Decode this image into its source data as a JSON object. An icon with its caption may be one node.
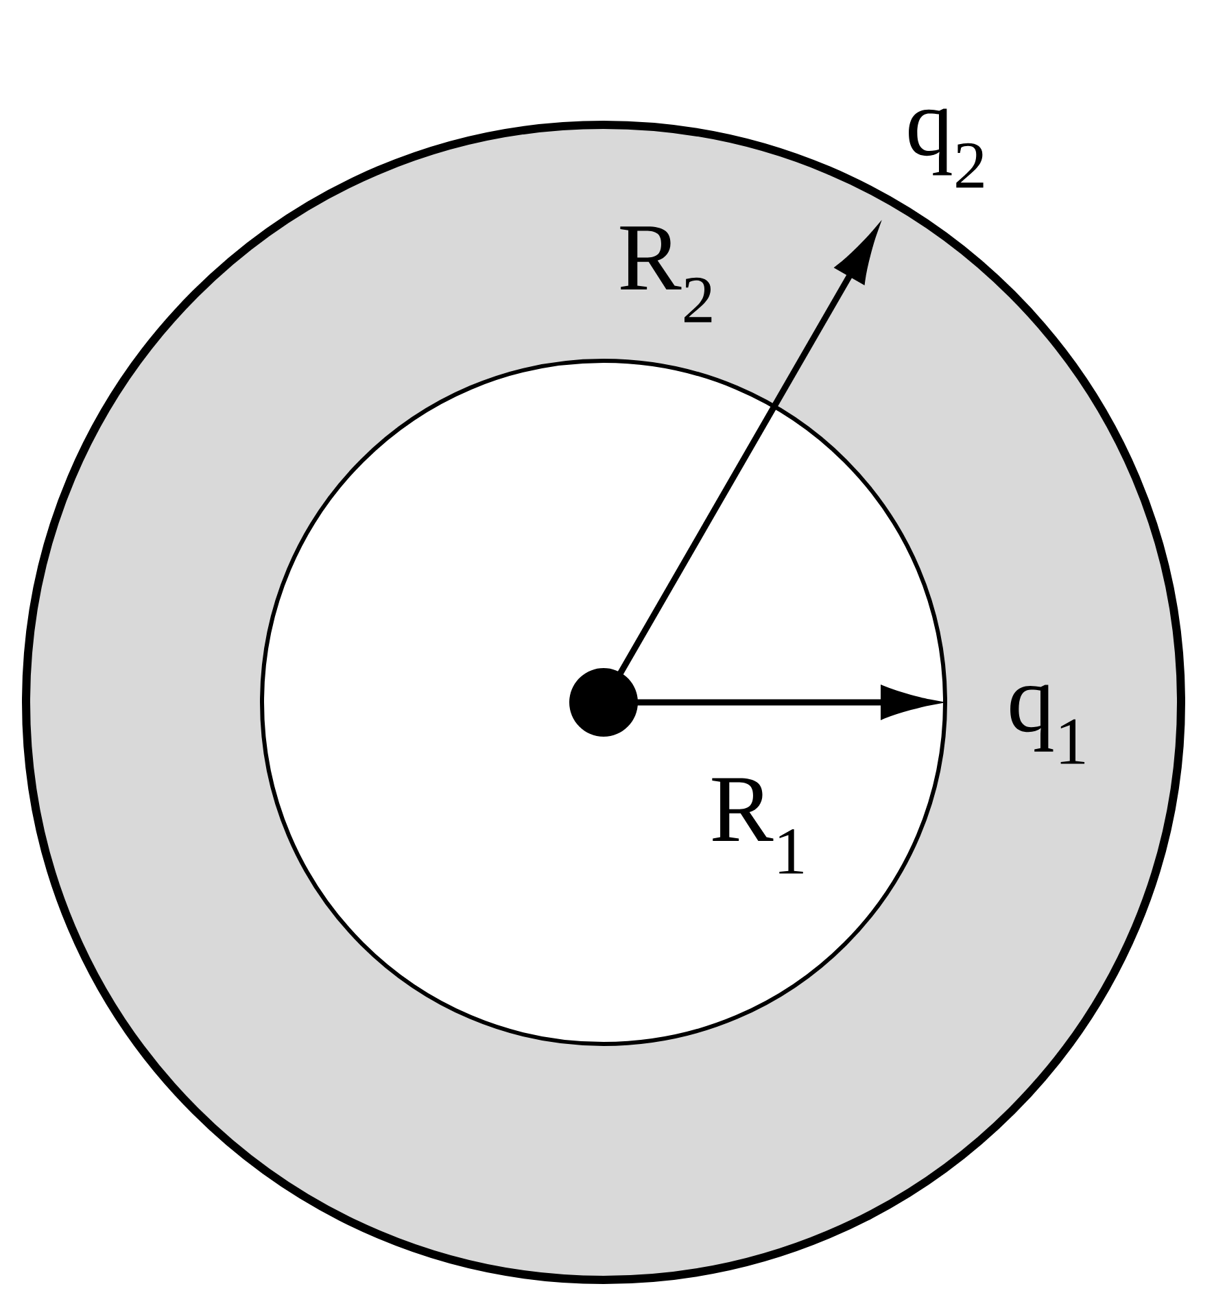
{
  "diagram": {
    "labels": [
      "q$_{2}$",
      "R$_{2}$",
      "q$_{1}$",
      "R$_{1}$"
    ]
  }
}
